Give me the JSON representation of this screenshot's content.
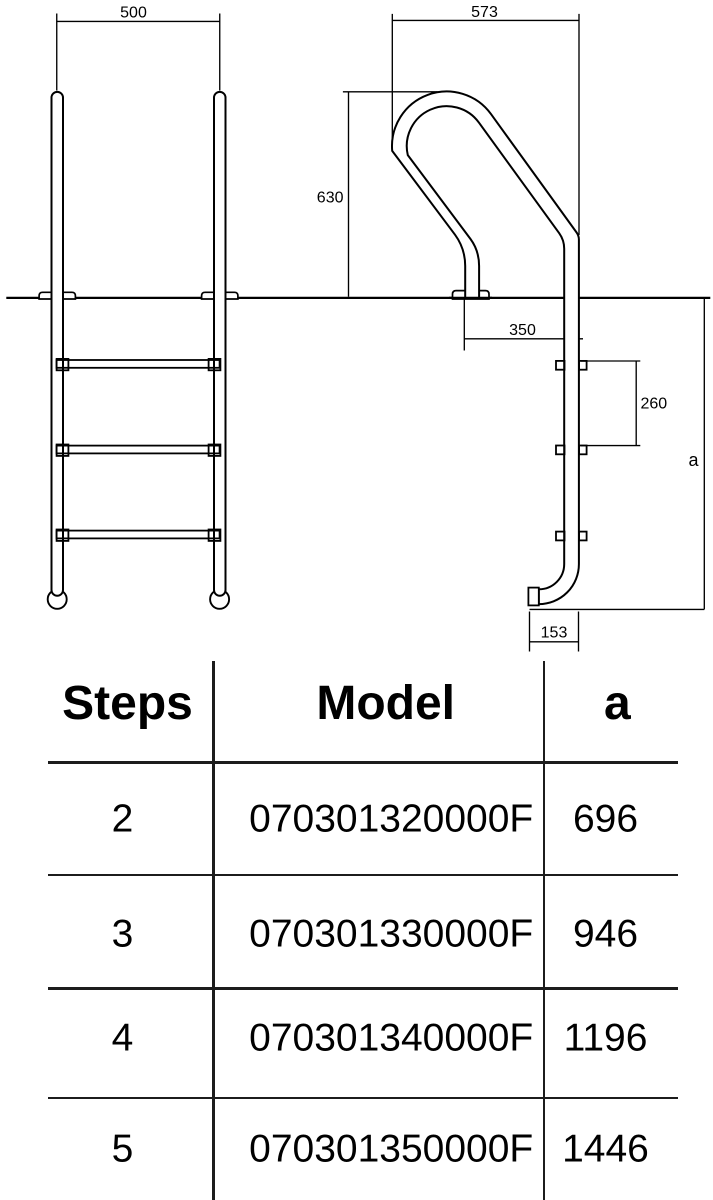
{
  "page": {
    "background": "#ffffff",
    "ink": "#000000",
    "description": "Technical drawing of a swimming pool ladder (front view and side view) with dimensions, above a model table"
  },
  "drawing": {
    "front_view": {
      "rail_spacing_dim": "500",
      "steps_count": 3
    },
    "side_view": {
      "handrail_reach_dim": "573",
      "handrail_height_dim": "630",
      "deck_offset_dim": "350",
      "step_spacing_dim": "260",
      "depth_dim": "a",
      "bottom_bend_dim": "153"
    }
  },
  "table": {
    "headers": {
      "steps": "Steps",
      "model": "Model",
      "a": "a"
    },
    "rows": [
      {
        "steps": "2",
        "model": "070301320000F",
        "a": "696"
      },
      {
        "steps": "3",
        "model": "070301330000F",
        "a": "946"
      },
      {
        "steps": "4",
        "model": "070301340000F",
        "a": "1196"
      },
      {
        "steps": "5",
        "model": "070301350000F",
        "a": "1446"
      }
    ]
  }
}
